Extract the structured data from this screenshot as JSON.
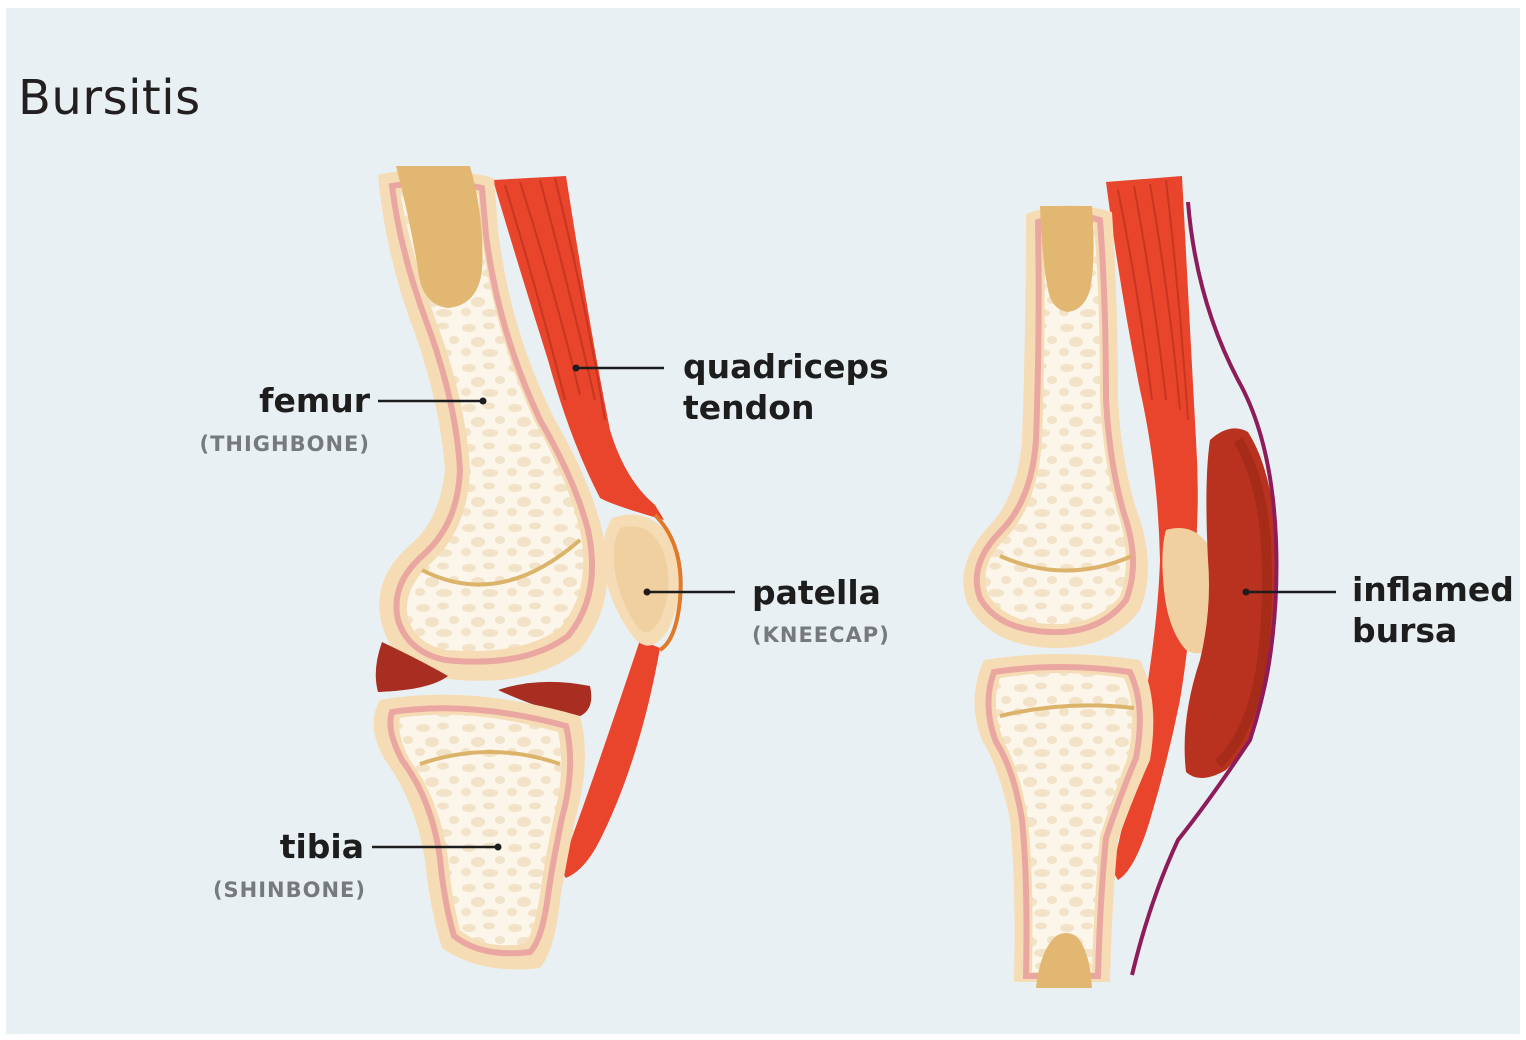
{
  "title": "Bursitis",
  "labels": {
    "femur": {
      "name": "femur",
      "sub": "(THIGHBONE)"
    },
    "quadriceps": {
      "line1": "quadriceps",
      "line2": "tendon"
    },
    "patella": {
      "name": "patella",
      "sub": "(KNEECAP)"
    },
    "tibia": {
      "name": "tibia",
      "sub": "(SHINBONE)"
    },
    "bursa": {
      "line1": "inflamed",
      "line2": "bursa"
    }
  },
  "colors": {
    "background": "#e9f0f3",
    "bone_outer": "#f5dcb4",
    "bone_inner": "#fcf6ea",
    "bone_lining": "#eaa7a1",
    "marrow": "#e2b772",
    "tendon": "#e8452c",
    "meniscus": "#a92e22",
    "bursa": "#b8321f",
    "skin_line": "#8e1c5a",
    "leader_line": "#1d1d1d"
  }
}
